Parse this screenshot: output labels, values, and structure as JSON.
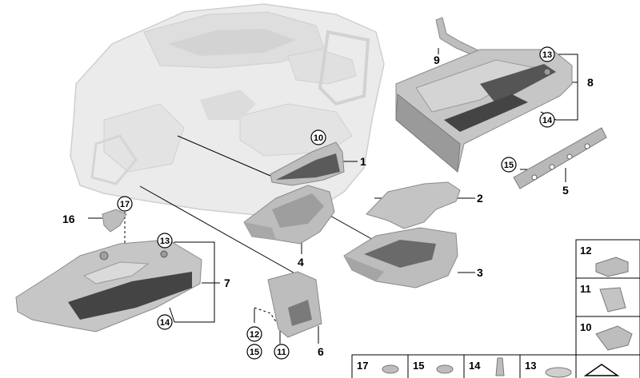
{
  "callouts": [
    {
      "id": "1",
      "label": "1"
    },
    {
      "id": "2",
      "label": "2"
    },
    {
      "id": "3",
      "label": "3"
    },
    {
      "id": "4",
      "label": "4"
    },
    {
      "id": "5",
      "label": "5"
    },
    {
      "id": "6",
      "label": "6"
    },
    {
      "id": "7",
      "label": "7"
    },
    {
      "id": "8",
      "label": "8"
    },
    {
      "id": "9",
      "label": "9"
    },
    {
      "id": "16",
      "label": "16"
    }
  ],
  "circled": [
    {
      "id": "c10",
      "label": "10"
    },
    {
      "id": "c17",
      "label": "17"
    },
    {
      "id": "c13a",
      "label": "13"
    },
    {
      "id": "c14a",
      "label": "14"
    },
    {
      "id": "c13b",
      "label": "13"
    },
    {
      "id": "c14b",
      "label": "14"
    },
    {
      "id": "c15a",
      "label": "15"
    },
    {
      "id": "c12",
      "label": "12"
    },
    {
      "id": "c15b",
      "label": "15"
    },
    {
      "id": "c11",
      "label": "11"
    }
  ],
  "parts_panel": {
    "side": [
      "12",
      "11",
      "10"
    ],
    "bottom": [
      "17",
      "15",
      "14",
      "13"
    ]
  },
  "colors": {
    "part_fill": "#bdbdbd",
    "part_dark": "#8a8a8a",
    "dash_fill": "#e6e6e6",
    "pad_dark": "#444444",
    "line": "#000000"
  }
}
